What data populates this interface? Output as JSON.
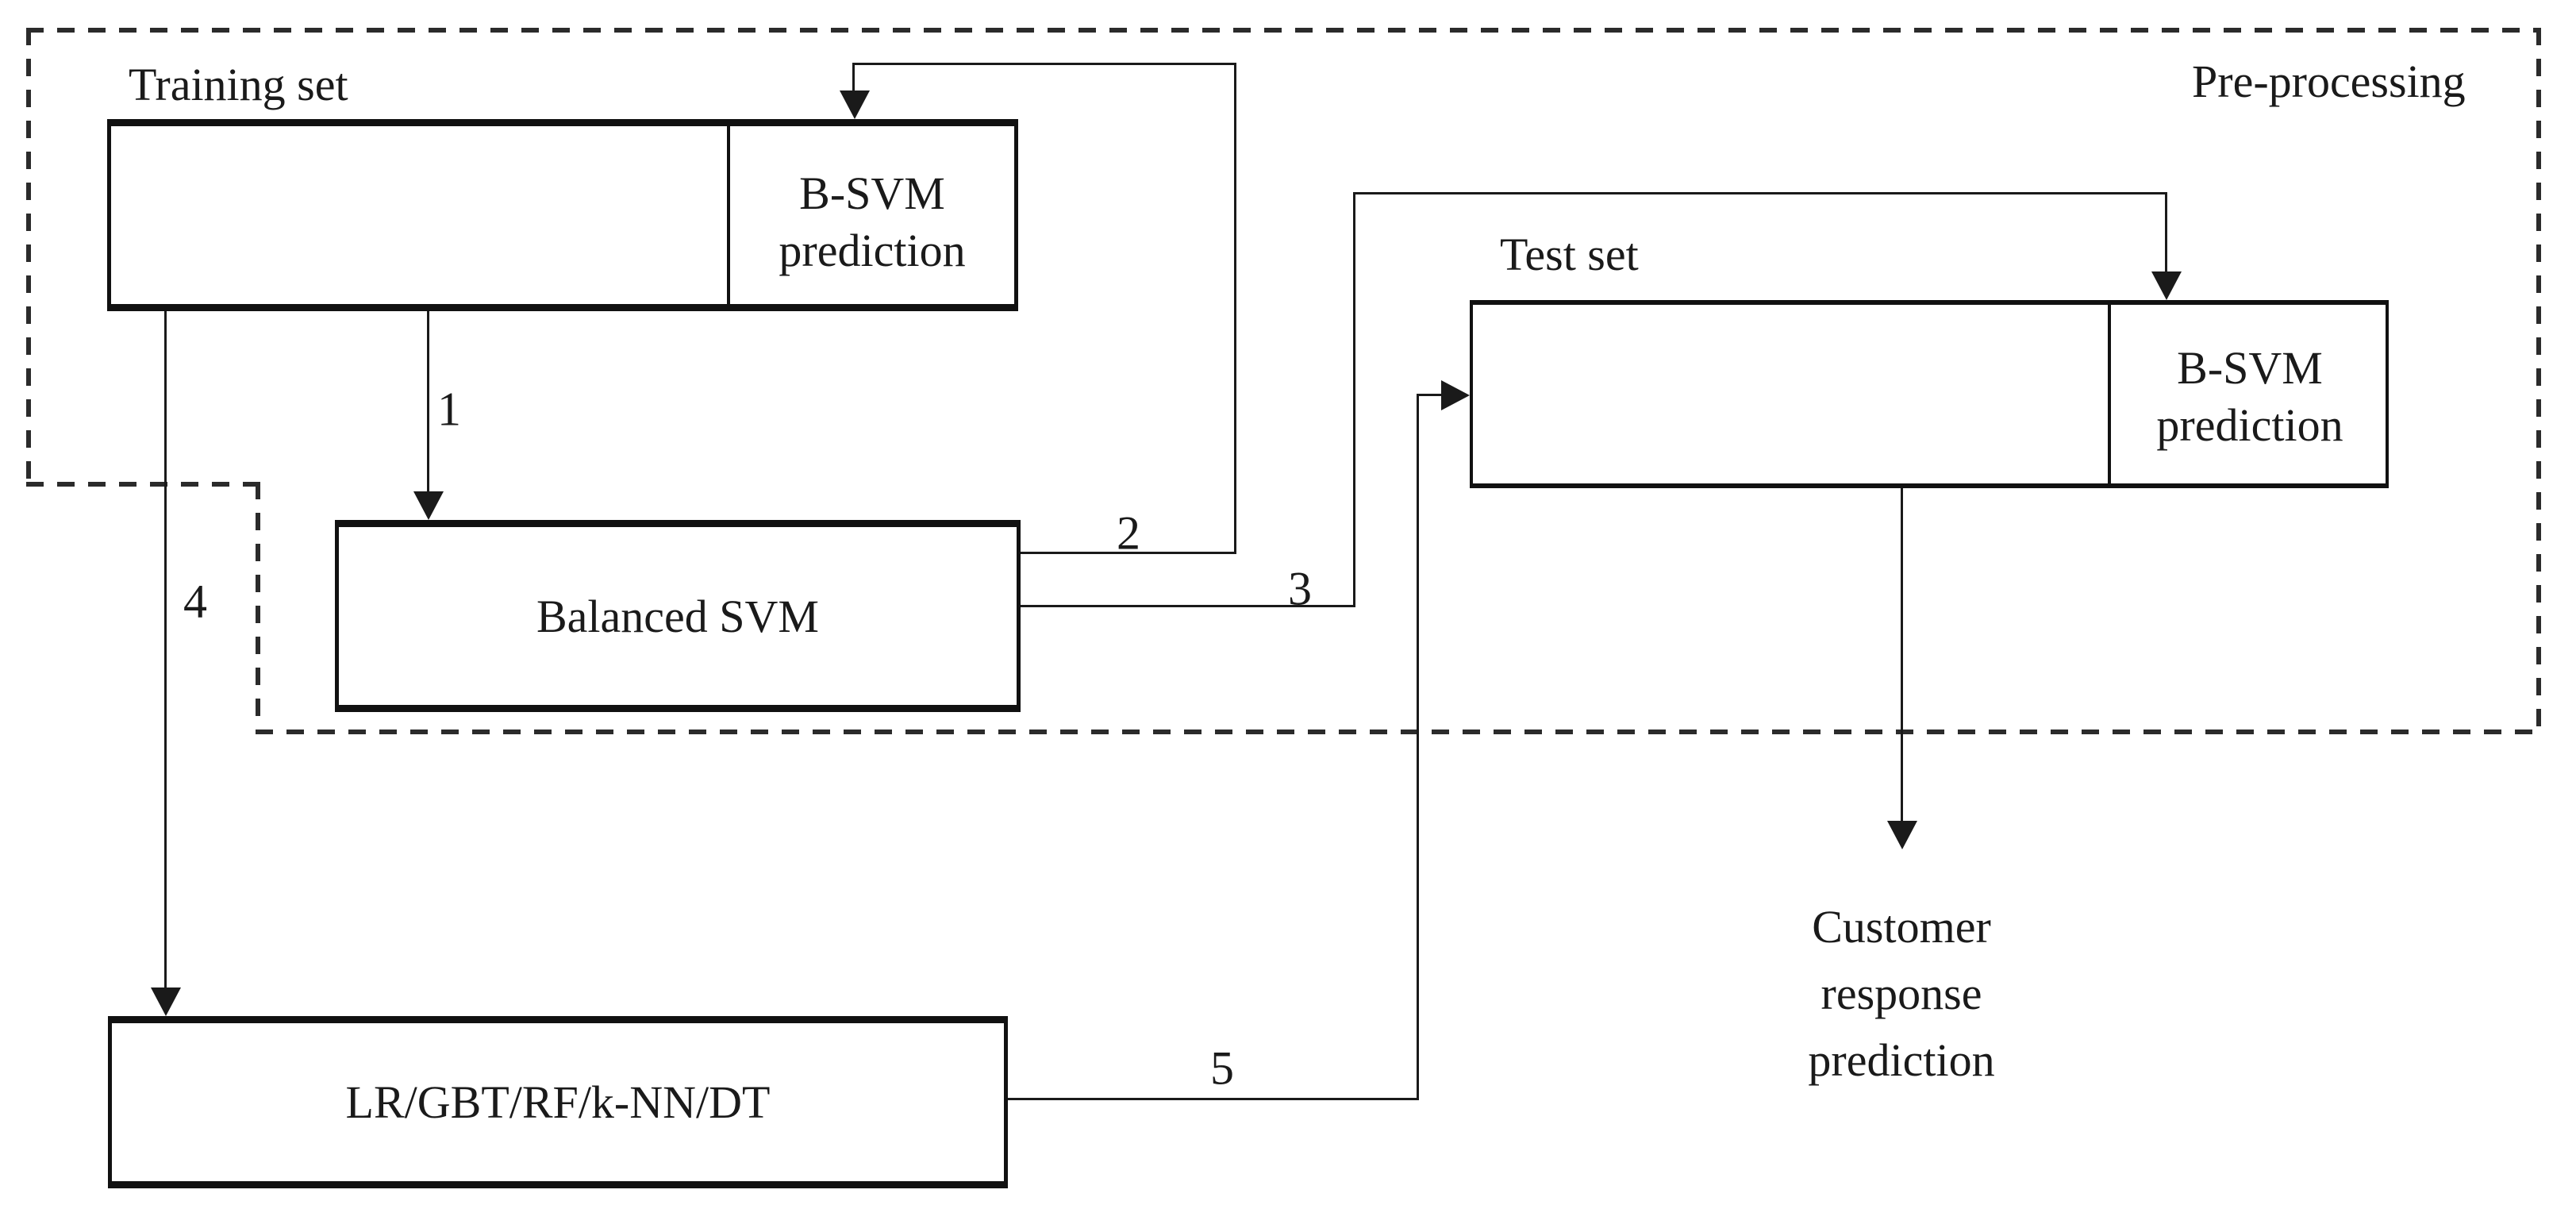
{
  "colors": {
    "ink": "#1a1a1a",
    "background": "#ffffff"
  },
  "preprocessing": {
    "label": "Pre-processing"
  },
  "training_set": {
    "label": "Training set",
    "prediction_lines": [
      "B-SVM",
      "prediction"
    ]
  },
  "test_set": {
    "label": "Test set",
    "prediction_lines": [
      "B-SVM",
      "prediction"
    ]
  },
  "balanced_svm": {
    "label": "Balanced SVM"
  },
  "classifiers": {
    "label": "LR/GBT/RF/k-NN/DT"
  },
  "output": {
    "lines": [
      "Customer",
      "response",
      "prediction"
    ]
  },
  "flow_steps": [
    "1",
    "2",
    "3",
    "4",
    "5"
  ]
}
